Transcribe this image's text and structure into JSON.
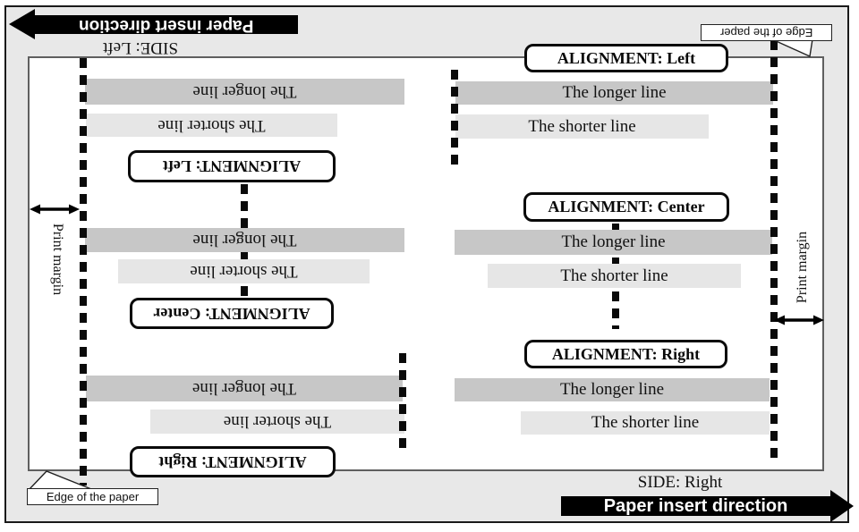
{
  "figure": {
    "description": "Paper insert alignment diagram",
    "palette": {
      "background": "#e8e8e8",
      "paper": "#ffffff",
      "bar_longer": "#c7c7c7",
      "bar_shorter": "#e6e6e6",
      "ink": "#0a0a0a"
    }
  },
  "arrows": {
    "top": {
      "label": "Paper insert direction",
      "direction": "left"
    },
    "bottom": {
      "label": "Paper insert direction",
      "direction": "right"
    }
  },
  "sides": {
    "left": "SIDE: Left",
    "right": "SIDE: Right"
  },
  "callouts": {
    "top_right": "Edge of the paper",
    "bottom_left": "Edge of the paper"
  },
  "print_margin": {
    "left": "Print margin",
    "right": "Print margin"
  },
  "bars": {
    "longer": "The longer line",
    "shorter": "The shorter line"
  },
  "alignments": {
    "left_side": [
      {
        "label": "ALIGNMENT: Left"
      },
      {
        "label": "ALIGNMENT: Center"
      },
      {
        "label": "ALIGNMENT: Right"
      }
    ],
    "right_side": [
      {
        "label": "ALIGNMENT: Left"
      },
      {
        "label": "ALIGNMENT: Center"
      },
      {
        "label": "ALIGNMENT: Right"
      }
    ]
  }
}
